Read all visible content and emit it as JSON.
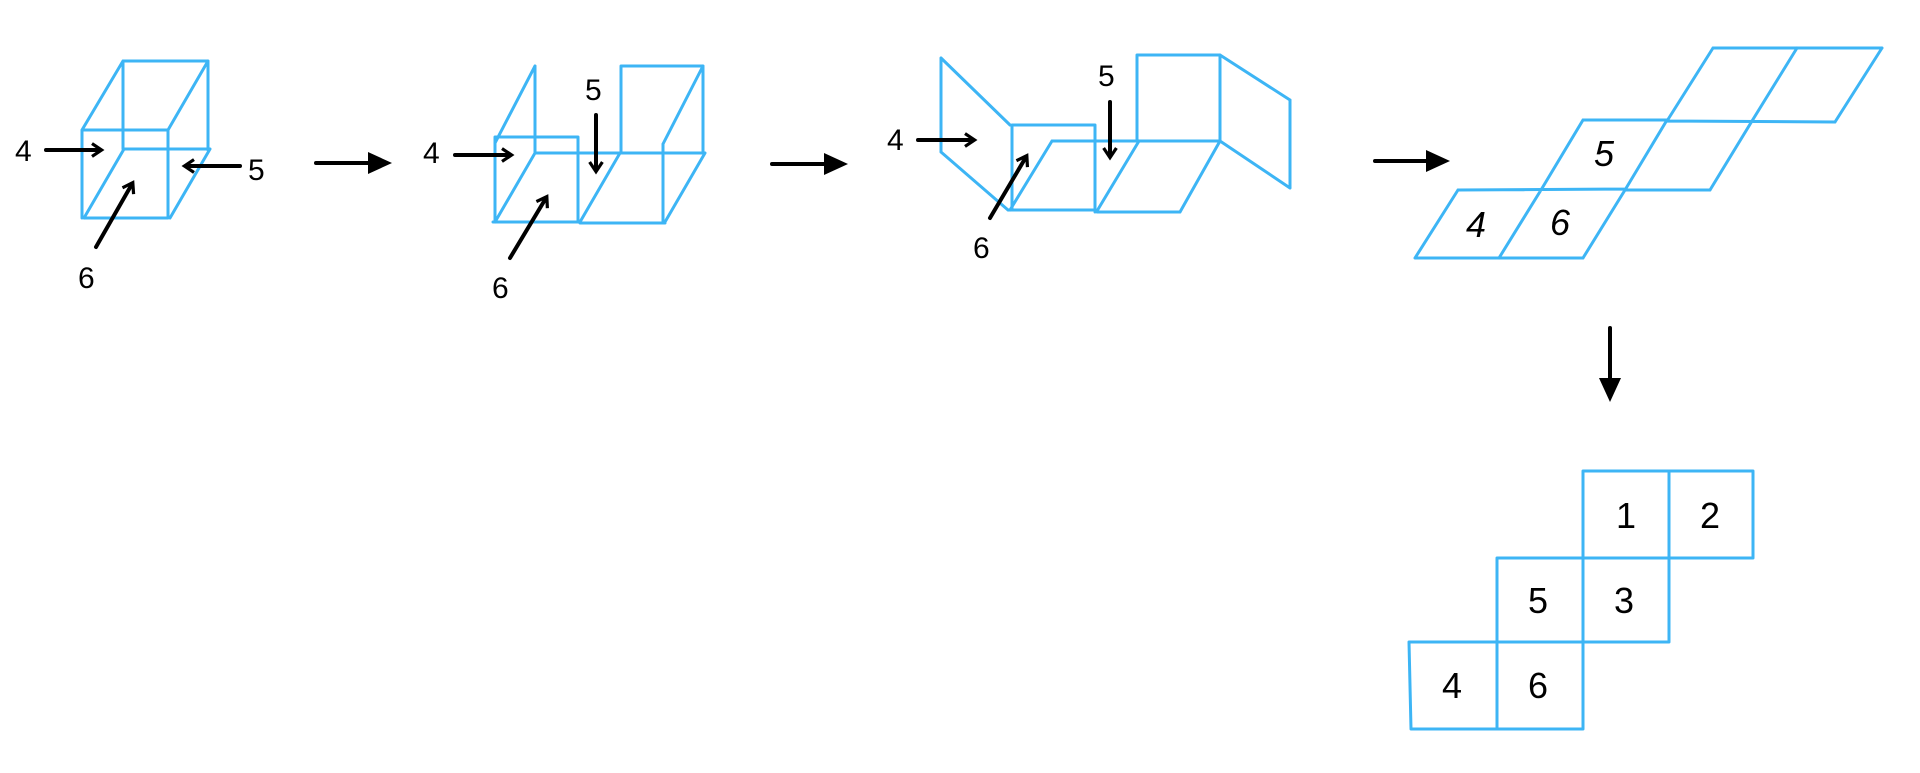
{
  "colors": {
    "line": "#3db5f5",
    "arrow": "#000000"
  },
  "stage1": {
    "labels": {
      "a": "4",
      "b": "5",
      "c": "6"
    }
  },
  "stage2": {
    "labels": {
      "a": "4",
      "b": "5",
      "c": "6"
    }
  },
  "stage3": {
    "labels": {
      "a": "4",
      "b": "5",
      "c": "6"
    }
  },
  "stage4": {
    "labels": {
      "a": "4",
      "b": "6",
      "c": "5"
    }
  },
  "net": {
    "cells": [
      "1",
      "2",
      "5",
      "3",
      "4",
      "6"
    ]
  }
}
